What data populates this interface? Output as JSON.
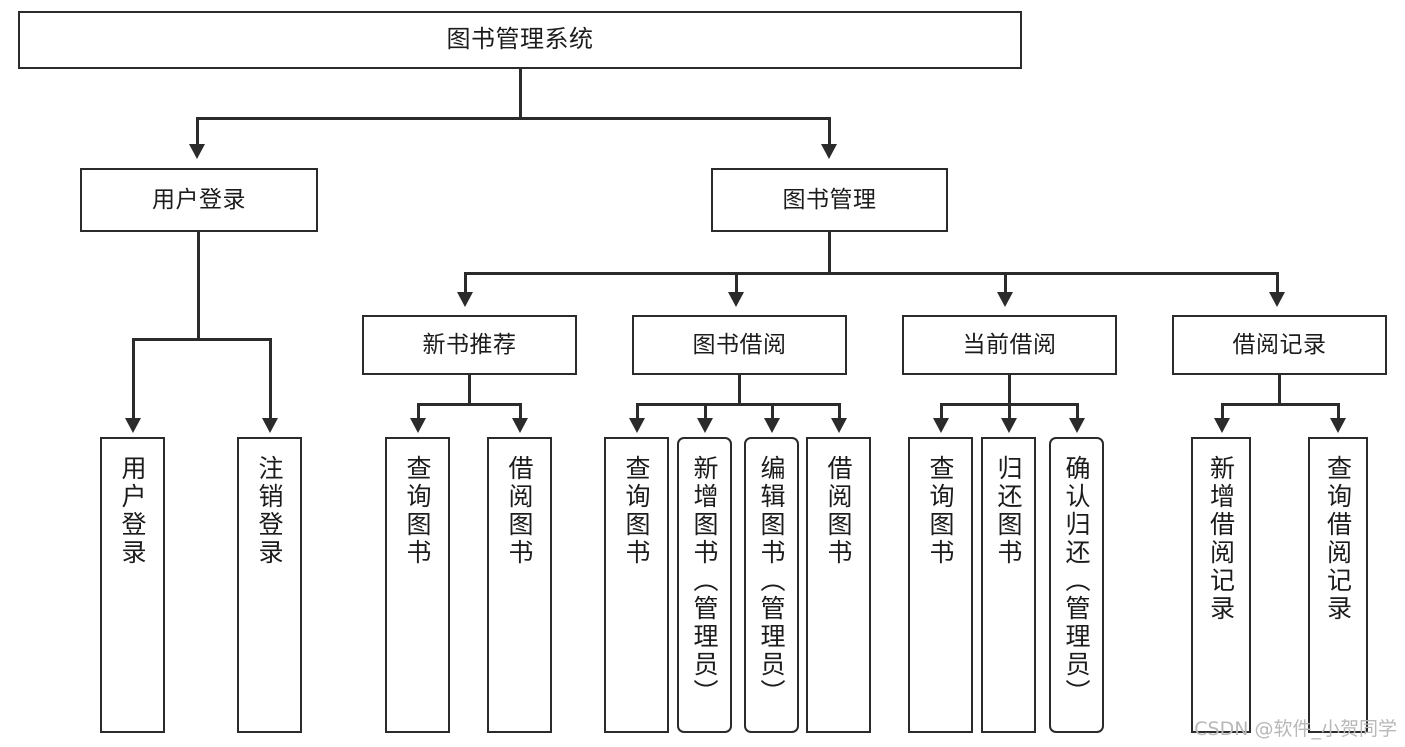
{
  "diagram": {
    "type": "tree-hierarchy-chart",
    "title": "图书管理系统",
    "orientation": "top-down",
    "colors": {
      "stroke": "#2b2b2b",
      "fill": "#ffffff",
      "text": "#1c1c1c",
      "watermark": "#b8b8b8"
    }
  },
  "watermark": {
    "text": "CSDN @软件_小贺同学"
  },
  "nodes": {
    "root": {
      "label": "图书管理系统"
    },
    "level2": [
      {
        "label": "用户登录"
      },
      {
        "label": "图书管理"
      }
    ],
    "level3": [
      {
        "label": "新书推荐"
      },
      {
        "label": "图书借阅"
      },
      {
        "label": "当前借阅"
      },
      {
        "label": "借阅记录"
      }
    ],
    "leaves": {
      "user_login": [
        {
          "label": "用户登录"
        },
        {
          "label": "注销登录"
        }
      ],
      "new_book_recommend": [
        {
          "label": "查询图书"
        },
        {
          "label": "借阅图书"
        }
      ],
      "book_borrow": [
        {
          "label": "查询图书"
        },
        {
          "label": "新增图书（管理员）"
        },
        {
          "label": "编辑图书（管理员）"
        },
        {
          "label": "借阅图书"
        }
      ],
      "current_borrow": [
        {
          "label": "查询图书"
        },
        {
          "label": "归还图书"
        },
        {
          "label": "确认归还（管理员）"
        }
      ],
      "borrow_record": [
        {
          "label": "新增借阅记录"
        },
        {
          "label": "查询借阅记录"
        }
      ]
    }
  }
}
